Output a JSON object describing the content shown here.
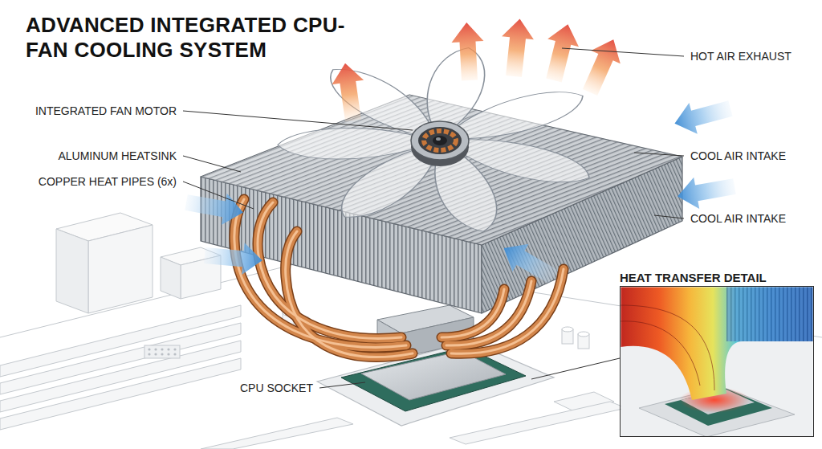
{
  "diagram": {
    "title": "ADVANCED INTEGRATED CPU-FAN COOLING SYSTEM",
    "nodes": [
      {
        "text": [
          "HEAT TRANSFER DETAIL"
        ]
      }
    ],
    "labels": [
      "INTEGRATED FAN MOTOR",
      "HOT AIR EXHAUST",
      "ALUMINUM HEATSINK",
      "COOL AIR INTAKE",
      "COPPER HEAT PIPES (6x)",
      "COOL AIR INTAKE",
      "CPU SOCKET"
    ]
  }
}
